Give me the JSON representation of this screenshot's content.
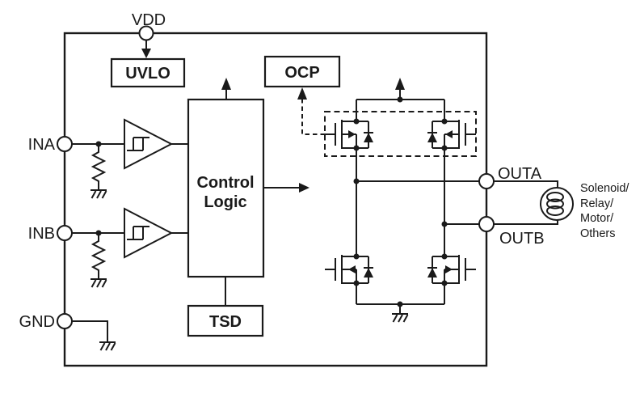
{
  "figure": "functional-block-diagram",
  "colors": {
    "ink": "#1a1a1a",
    "background": "#ffffff"
  },
  "pins": {
    "vdd": "VDD",
    "ina": "INA",
    "inb": "INB",
    "gnd": "GND",
    "outa": "OUTA",
    "outb": "OUTB"
  },
  "blocks": {
    "uvlo": "UVLO",
    "ocp": "OCP",
    "control_logic_line1": "Control",
    "control_logic_line2": "Logic",
    "tsd": "TSD"
  },
  "load": {
    "line1": "Solenoid/",
    "line2": "Relay/",
    "line3": "Motor/",
    "line4": "Others"
  }
}
